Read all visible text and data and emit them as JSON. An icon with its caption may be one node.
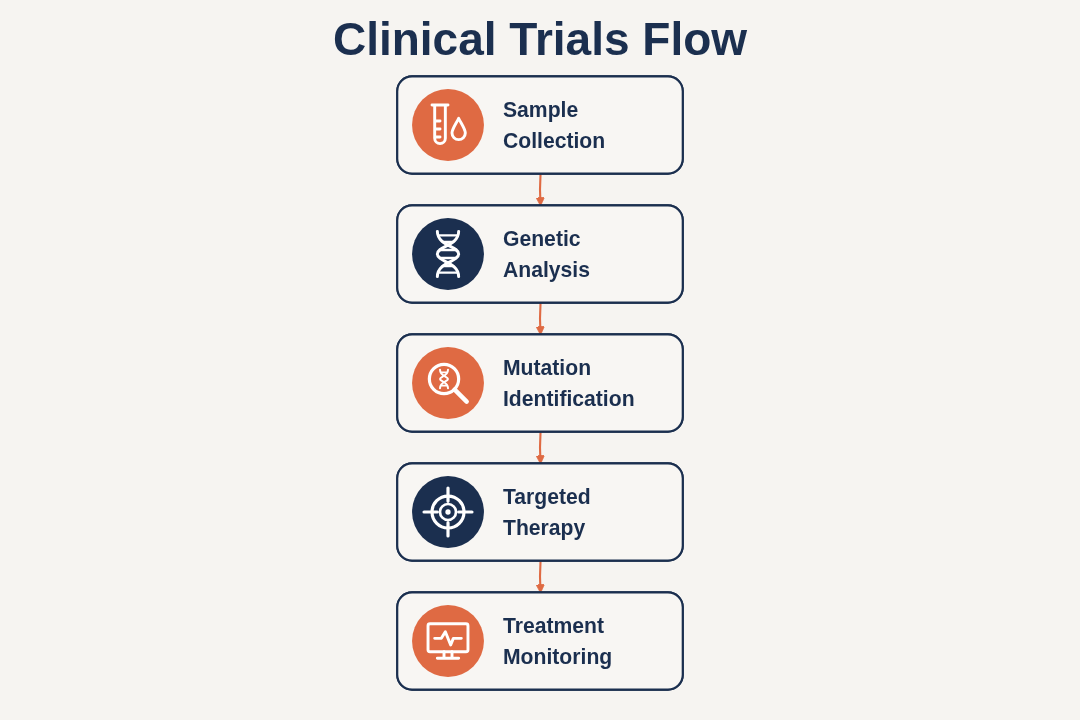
{
  "diagram": {
    "title": "Clinical Trials Flow",
    "nodes": [
      {
        "text": [
          "Sample Collection"
        ]
      },
      {
        "text": [
          "Genetic Analysis"
        ]
      },
      {
        "text": [
          "Mutation Identification"
        ]
      },
      {
        "text": [
          "Targeted Therapy"
        ]
      },
      {
        "text": [
          "Treatment Monitoring"
        ]
      }
    ],
    "edges": [
      {
        "from": 0,
        "to": 1,
        "arrow": "to"
      },
      {
        "from": 1,
        "to": 2,
        "arrow": "to"
      },
      {
        "from": 2,
        "to": 3,
        "arrow": "to"
      },
      {
        "from": 3,
        "to": 4,
        "arrow": "to"
      }
    ]
  }
}
